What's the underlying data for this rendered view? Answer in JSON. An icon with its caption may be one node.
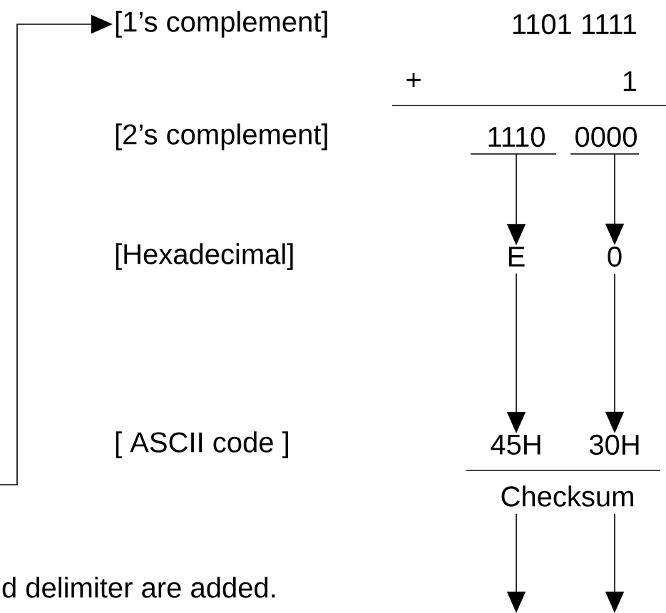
{
  "diagram": {
    "nodes": [
      {
        "text": [
          "[1’s complement]"
        ]
      },
      {
        "text": [
          "1101 1111"
        ]
      },
      {
        "text": [
          "[2’s complement]"
        ]
      },
      {
        "text": [
          "1110"
        ]
      },
      {
        "text": [
          "0000"
        ]
      },
      {
        "text": [
          "[Hexadecimal]"
        ]
      },
      {
        "text": [
          "E"
        ]
      },
      {
        "text": [
          "0"
        ]
      },
      {
        "text": [
          "[ ASCII code ]"
        ]
      },
      {
        "text": [
          "45H"
        ]
      },
      {
        "text": [
          "30H"
        ]
      },
      {
        "text": [
          "Checksum"
        ]
      }
    ],
    "edges": [
      {
        "from": null,
        "to": 0,
        "arrow": "to"
      },
      {
        "from": 3,
        "to": 6,
        "arrow": "to"
      },
      {
        "from": 4,
        "to": 7,
        "arrow": "to"
      },
      {
        "from": 6,
        "to": 9,
        "arrow": "to"
      },
      {
        "from": 7,
        "to": 10,
        "arrow": "to"
      },
      {
        "from": 11,
        "to": null,
        "arrow": "to"
      },
      {
        "from": 11,
        "to": null,
        "arrow": "to"
      }
    ],
    "labels": [
      "+",
      "1",
      "d delimiter are added."
    ]
  }
}
